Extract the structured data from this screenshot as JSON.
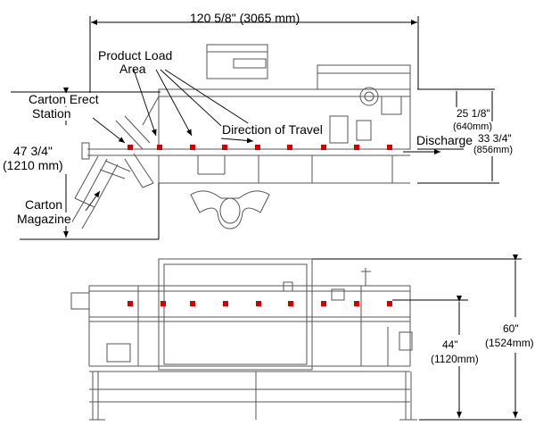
{
  "labels": {
    "overall_length": "120 5/8\" (3065 mm)",
    "product_load_1": "Product Load",
    "product_load_2": "Area",
    "carton_erect_1": "Carton Erect",
    "carton_erect_2": "Station",
    "width_in": "47 3/4\"",
    "width_mm": "(1210 mm)",
    "carton_mag_1": "Carton",
    "carton_mag_2": "Magazine",
    "direction": "Direction of Travel",
    "discharge": "Discharge",
    "dim_25_in": "25 1/8\"",
    "dim_25_mm": "(640mm)",
    "dim_33_in": "33 3/4\"",
    "dim_33_mm": "(856mm)",
    "dim_44_in": "44\"",
    "dim_44_mm": "(1120mm)",
    "dim_60_in": "60\"",
    "dim_60_mm": "(1524mm)"
  },
  "colors": {
    "line": "#555555",
    "marker": "#d40000",
    "dim": "#000000"
  }
}
